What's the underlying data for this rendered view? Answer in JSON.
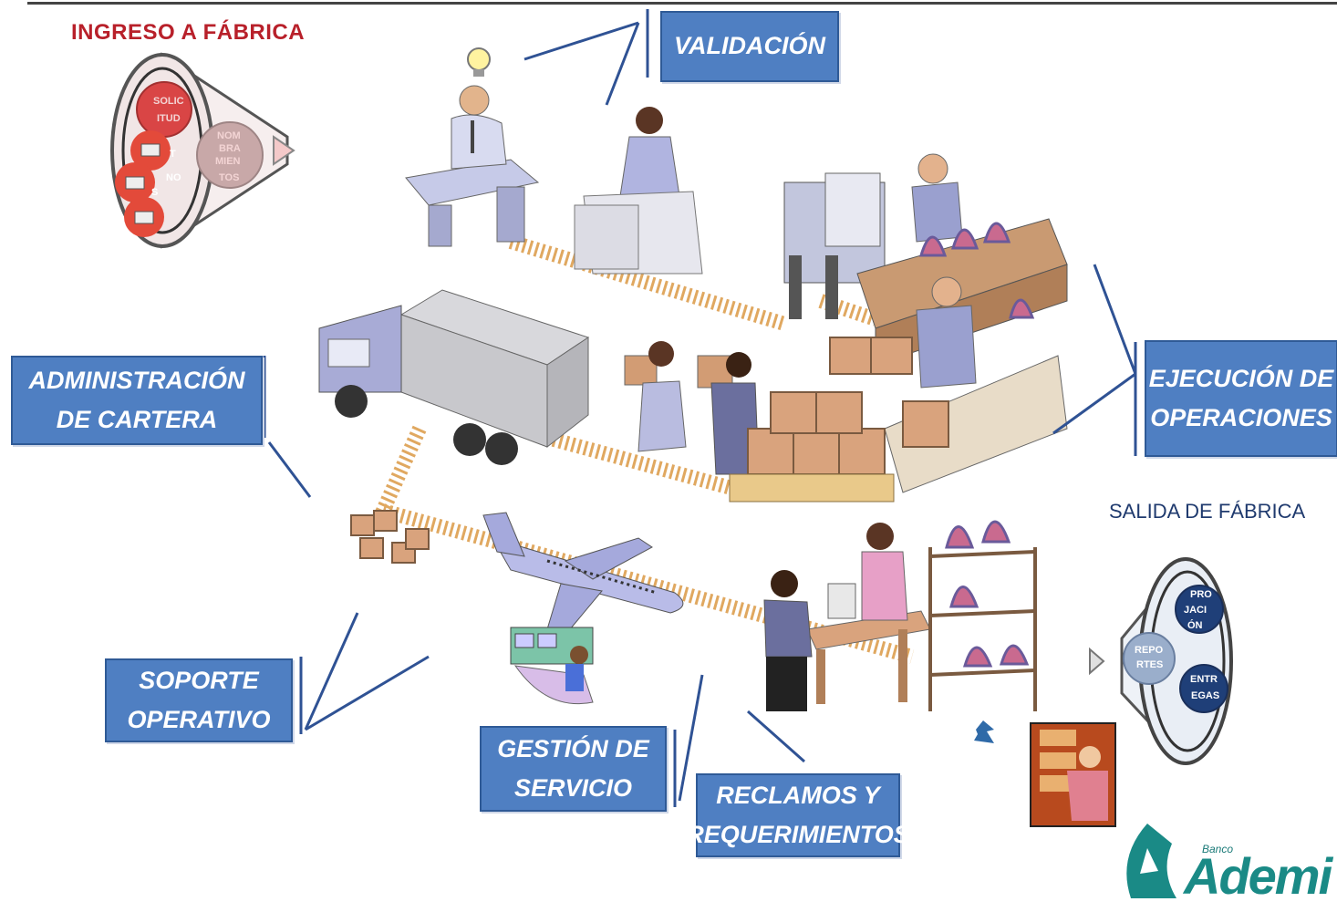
{
  "headings": {
    "ingreso": "INGRESO A FÁBRICA",
    "salida": "SALIDA DE FÁBRICA"
  },
  "boxes": {
    "validacion": "VALIDACIÓN",
    "administracion": "ADMINISTRACIÓN\nDE CARTERA",
    "ejecucion": "EJECUCIÓN DE\nOPERACIONES",
    "soporte": "SOPORTE\nOPERATIVO",
    "gestion": "GESTIÓN DE\nSERVICIO",
    "reclamos": "RECLAMOS Y\nREQUERIMIENTOS"
  },
  "funnel_in": {
    "circle_a": [
      "SOLIC",
      "ITUD"
    ],
    "circle_b": [
      "NOM",
      "BRA",
      "MIEN",
      "TOS"
    ],
    "circle_c": [
      "T",
      "NO",
      "S"
    ]
  },
  "funnel_out": {
    "circle_a": [
      "PRO",
      "JACI",
      "ÓN"
    ],
    "circle_b": [
      "REPO",
      "RTES"
    ],
    "circle_c": [
      "ENTR",
      "EGAS"
    ]
  },
  "logo": {
    "small": "Banco",
    "name": "Ademi"
  },
  "colors": {
    "box_fill": "#4f7fc2",
    "box_border": "#2f5a96",
    "title_red": "#b8202a",
    "logo_teal": "#1a8a86"
  }
}
